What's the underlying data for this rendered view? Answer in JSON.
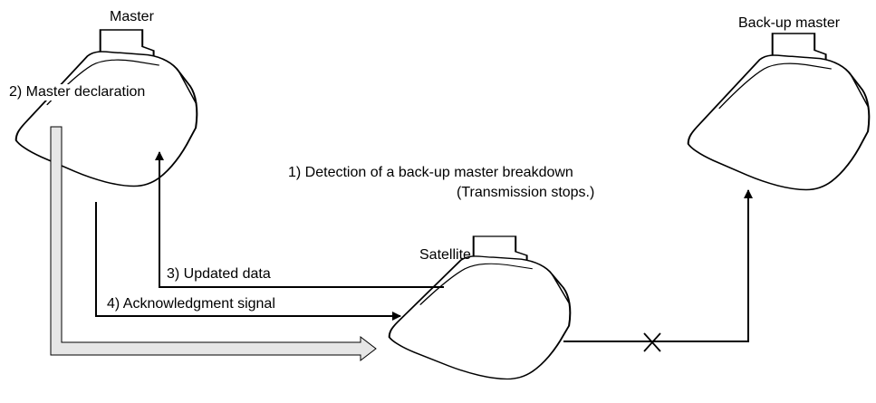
{
  "labels": {
    "master": "Master",
    "backup_master": "Back-up master",
    "satellite": "Satellite",
    "master_declaration": "2) Master declaration",
    "detection_line1": "1) Detection of a back-up master breakdown",
    "detection_line2": "(Transmission stops.)",
    "updated_data": "3) Updated data",
    "acknowledgment": "4) Acknowledgment signal"
  },
  "colors": {
    "line": "#000000",
    "device_fill": "#ffffff",
    "wide_arrow_fill": "#e6e6e6"
  }
}
